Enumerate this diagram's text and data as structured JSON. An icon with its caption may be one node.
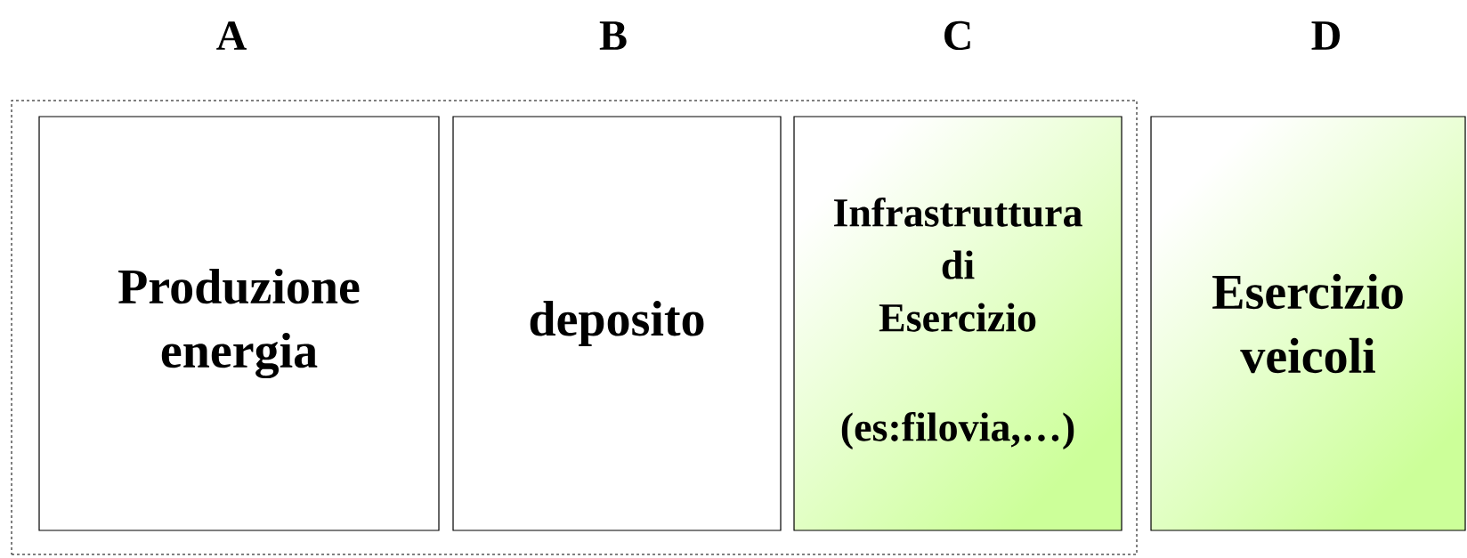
{
  "diagram": {
    "nodes": [
      {
        "text": [],
        "shape": "box"
      },
      {
        "text": [
          "Produzione energia"
        ],
        "in": 0
      },
      {
        "text": [
          "deposito"
        ],
        "in": 0
      },
      {
        "text": [
          "Infrastruttura di Esercizio",
          "(es:filovia,…)"
        ],
        "in": 0
      },
      {
        "text": [
          "Esercizio veicoli"
        ]
      }
    ],
    "edges": [],
    "labels": [
      "A",
      "B",
      "C",
      "D"
    ]
  }
}
